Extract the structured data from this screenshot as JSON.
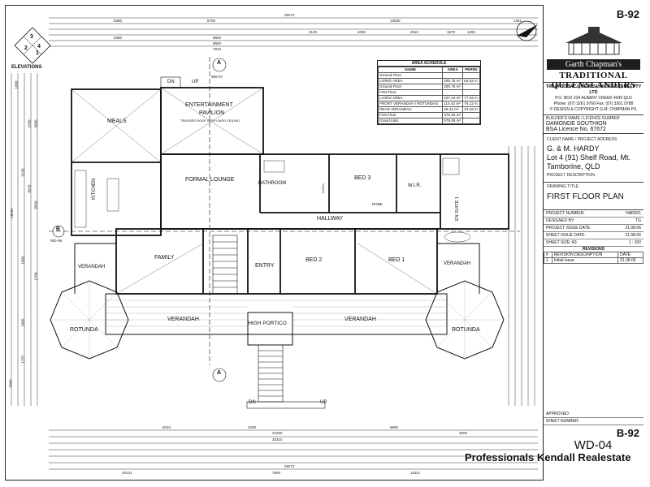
{
  "sheet_number": "B-92",
  "sheet_number_bottom": "B-92",
  "drawing_number": "WD-04",
  "footer_watermark": "Professionals Kendall Realestate",
  "elevations_label": "ELEVATIONS",
  "elevation_numbers": [
    "1",
    "2",
    "3",
    "4"
  ],
  "brand": {
    "line1": "Garth Chapman's",
    "line2": "TRADITIONAL QUEENSLANDERS"
  },
  "company": {
    "name": "TRADITIONAL QUEENSLANDERS (RNE) PTY LTD",
    "address": "P.O. BOX 234 ALBANY CREEK 4035 QLD",
    "phone": "Phone: (07) 3261 9766  Fax: (07) 3261 9788",
    "copyright": "© DESIGN & COPYRIGHT G.M. CHAPMAN P/L"
  },
  "builder": {
    "label": "BUILDER'S NAME / LICENCE NUMBER",
    "name": "DAMONDE SOUTHION",
    "licence": "BSA Licence No. 67672"
  },
  "client": {
    "label": "CLIENT NAME / PROJECT ADDRESS",
    "name": "G. & M. HARDY",
    "line2": "Lot 4 (91) Shelf Road, Mt.",
    "line3": "Tamborine, QLD",
    "desc_label": "PROJECT DESCRIPTION"
  },
  "drawing": {
    "label": "DRAWING TITLE:",
    "title": "FIRST FLOOR PLAN"
  },
  "project": [
    {
      "k": "PROJECT NUMBER:",
      "v": "HAR001"
    },
    {
      "k": "DESIGNED BY:",
      "v": "TG"
    },
    {
      "k": "PROJECT ISSUE DATE:",
      "v": "21.08.06"
    },
    {
      "k": "SHEET ISSUE DATE:",
      "v": "21.08.06"
    },
    {
      "k": "SHEET SIZE:  A3",
      "v": "1 : 100"
    }
  ],
  "revisions": {
    "title": "REVISIONS",
    "headers": [
      "#",
      "REVISION DESCRIPTION",
      "DATE"
    ],
    "rows": [
      [
        "1",
        "Initial Issue",
        "21.08.06"
      ]
    ]
  },
  "approved_label": "APPROVED:",
  "sheet_number_label": "SHEET NUMBER:",
  "area_schedule": {
    "title": "AREA SCHEDULE",
    "headers": [
      "NAME",
      "AREA",
      "PERIM."
    ],
    "rows": [
      [
        "Ground Floor",
        "",
        ""
      ],
      [
        "LIVING AREA",
        "200.78 m²",
        "64.62 m"
      ],
      [
        "Ground Floor",
        "200.78 m²",
        ""
      ],
      [
        "First Floor",
        "",
        ""
      ],
      [
        "LIVING AREA",
        "237.44 m²",
        "77.63 m"
      ],
      [
        "FRONT VERANDAH / ROTUNDAS",
        "114.42 m²",
        "76.12 m"
      ],
      [
        "REAR VERANDAH",
        "26.43 m²",
        "23.18 m"
      ],
      [
        "First Floor",
        "378.30 m²",
        ""
      ],
      [
        "Grand total",
        "579.09 m²",
        ""
      ]
    ]
  },
  "rooms": {
    "meals": "MEALS",
    "entertainment": "ENTERTAINMENT",
    "pavilion": "PAVILION",
    "pavilion_note": "TRUSSED ROOF WITH LINED CEILING",
    "formal_lounge": "FORMAL LOUNGE",
    "kitchen": "KITCHEN",
    "bathroom": "BATHROOM",
    "bed3": "BED 3",
    "wir": "W.I.R.",
    "ensuite": "EN SUITE 1",
    "hallway": "HALLWAY",
    "family": "FAMILY",
    "entry": "ENTRY",
    "bed2": "BED 2",
    "bed1": "BED 1",
    "verandah": "VERANDAH",
    "rotunda": "ROTUNDA",
    "high_portico": "HIGH PORTICO",
    "linen": "LINEN",
    "robe": "ROBE",
    "dn": "DN",
    "up": "UP"
  },
  "dims_top": [
    "29272",
    "5380",
    "6700",
    "13530",
    "1461",
    "8650",
    "8650",
    "7810",
    "5350",
    "2120",
    "4000",
    "2510",
    "1670",
    "1260"
  ],
  "dims_bottom": [
    "29272",
    "6010",
    "2200",
    "21000",
    "6900",
    "20310",
    "10131",
    "7500",
    "11641",
    "3000"
  ],
  "dims_left": [
    "1000",
    "3900",
    "3700",
    "9138",
    "8978",
    "8550",
    "18281",
    "1889",
    "1700",
    "2485",
    "1757",
    "5060"
  ],
  "section_marks": {
    "top": "A",
    "bottom": "A",
    "ref": "WD-07",
    "left": "B",
    "left_ref": "WD-08"
  }
}
